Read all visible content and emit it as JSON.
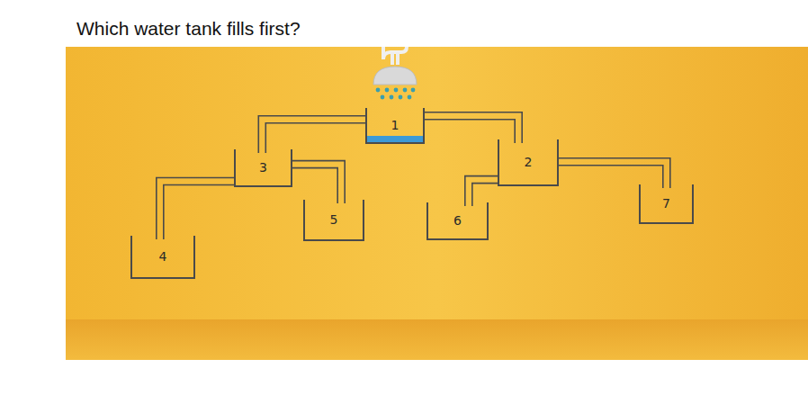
{
  "diagram": {
    "title": "Which water tank fills first?",
    "nodes": [
      {
        "text": [
          "1"
        ]
      },
      {
        "text": [
          "3"
        ]
      },
      {
        "text": [
          "2"
        ]
      },
      {
        "text": [
          "4"
        ]
      },
      {
        "text": [
          "5"
        ]
      },
      {
        "text": [
          "6"
        ]
      },
      {
        "text": [
          "7"
        ]
      }
    ],
    "edges": [
      {
        "from": 0,
        "to": 1,
        "arrow": "none"
      },
      {
        "from": 0,
        "to": 2,
        "arrow": "none"
      },
      {
        "from": 1,
        "to": 3,
        "arrow": "none"
      },
      {
        "from": 1,
        "to": 4,
        "arrow": "none"
      },
      {
        "from": 2,
        "to": 5,
        "arrow": "none"
      },
      {
        "from": 2,
        "to": 6,
        "arrow": "none"
      }
    ]
  }
}
